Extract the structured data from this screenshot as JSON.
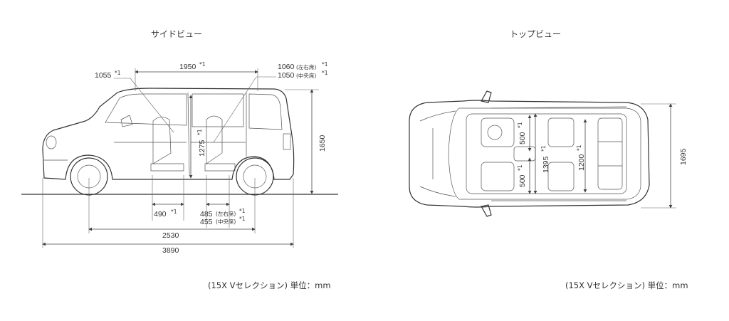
{
  "side_view": {
    "title": "サイドビュー",
    "dims": {
      "d1055": "1055",
      "d1950": "1950",
      "d1060": "1060",
      "d1060_tag": "(左右席)",
      "d1050": "1050",
      "d1050_tag": "(中央席)",
      "d1650": "1650",
      "d1275": "1275",
      "d490": "490",
      "d485": "485",
      "d485_tag": "(左右席)",
      "d455": "455",
      "d455_tag": "(中央席)",
      "d2530": "2530",
      "d3890": "3890"
    },
    "note": "(15X Vセレクション) 単位：mm"
  },
  "top_view": {
    "title": "トップビュー",
    "dims": {
      "d500a": "500",
      "d500b": "500",
      "d1395": "1395",
      "d1200": "1200",
      "d1695": "1695"
    },
    "note": "(15X Vセレクション) 単位：mm"
  },
  "footnote_mark": "*1"
}
